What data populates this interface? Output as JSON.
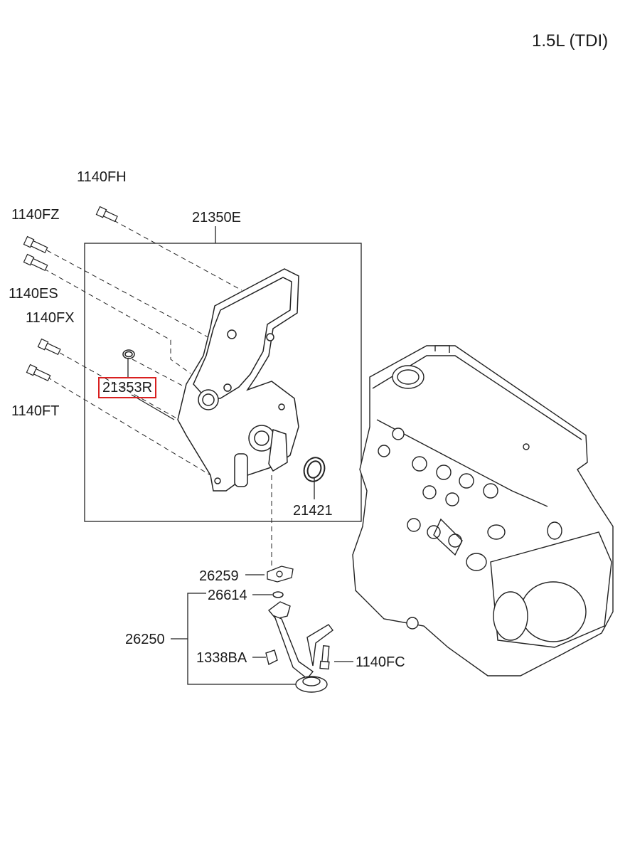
{
  "header": {
    "engine": "1.5L (TDI)"
  },
  "highlight_color": "#d92020",
  "parts": {
    "p1140FH": "1140FH",
    "p1140FZ": "1140FZ",
    "p21350E": "21350E",
    "p1140ES": "1140ES",
    "p1140FX": "1140FX",
    "p21353R": "21353R",
    "p1140FT": "1140FT",
    "p21421": "21421",
    "p26259": "26259",
    "p26614": "26614",
    "p26250": "26250",
    "p1338BA": "1338BA",
    "p1140FC": "1140FC"
  }
}
